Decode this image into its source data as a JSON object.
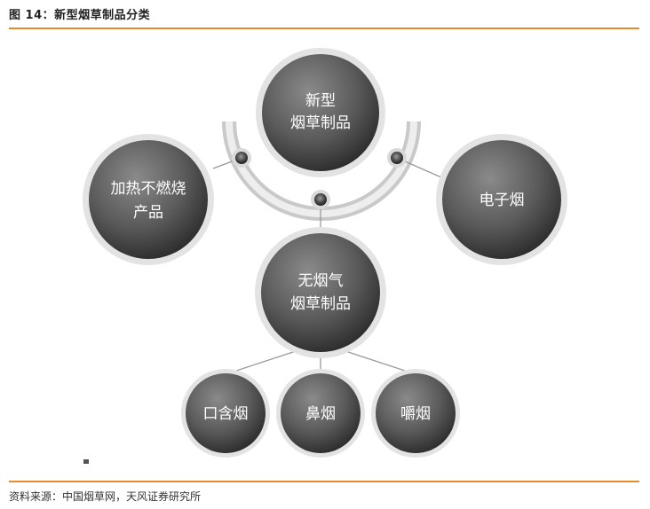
{
  "figure_title": "图 14：新型烟草制品分类",
  "source": "资料来源：中国烟草网，天风证券研究所",
  "colors": {
    "accent": "#e8892b"
  },
  "nodes": {
    "root": [
      "新型",
      "烟草制品"
    ],
    "left": [
      "加热不燃烧",
      "产品"
    ],
    "right": [
      "电子烟"
    ],
    "middle": [
      "无烟气",
      "烟草制品"
    ],
    "leaf1": [
      "口含烟"
    ],
    "leaf2": [
      "鼻烟"
    ],
    "leaf3": [
      "嚼烟"
    ]
  }
}
